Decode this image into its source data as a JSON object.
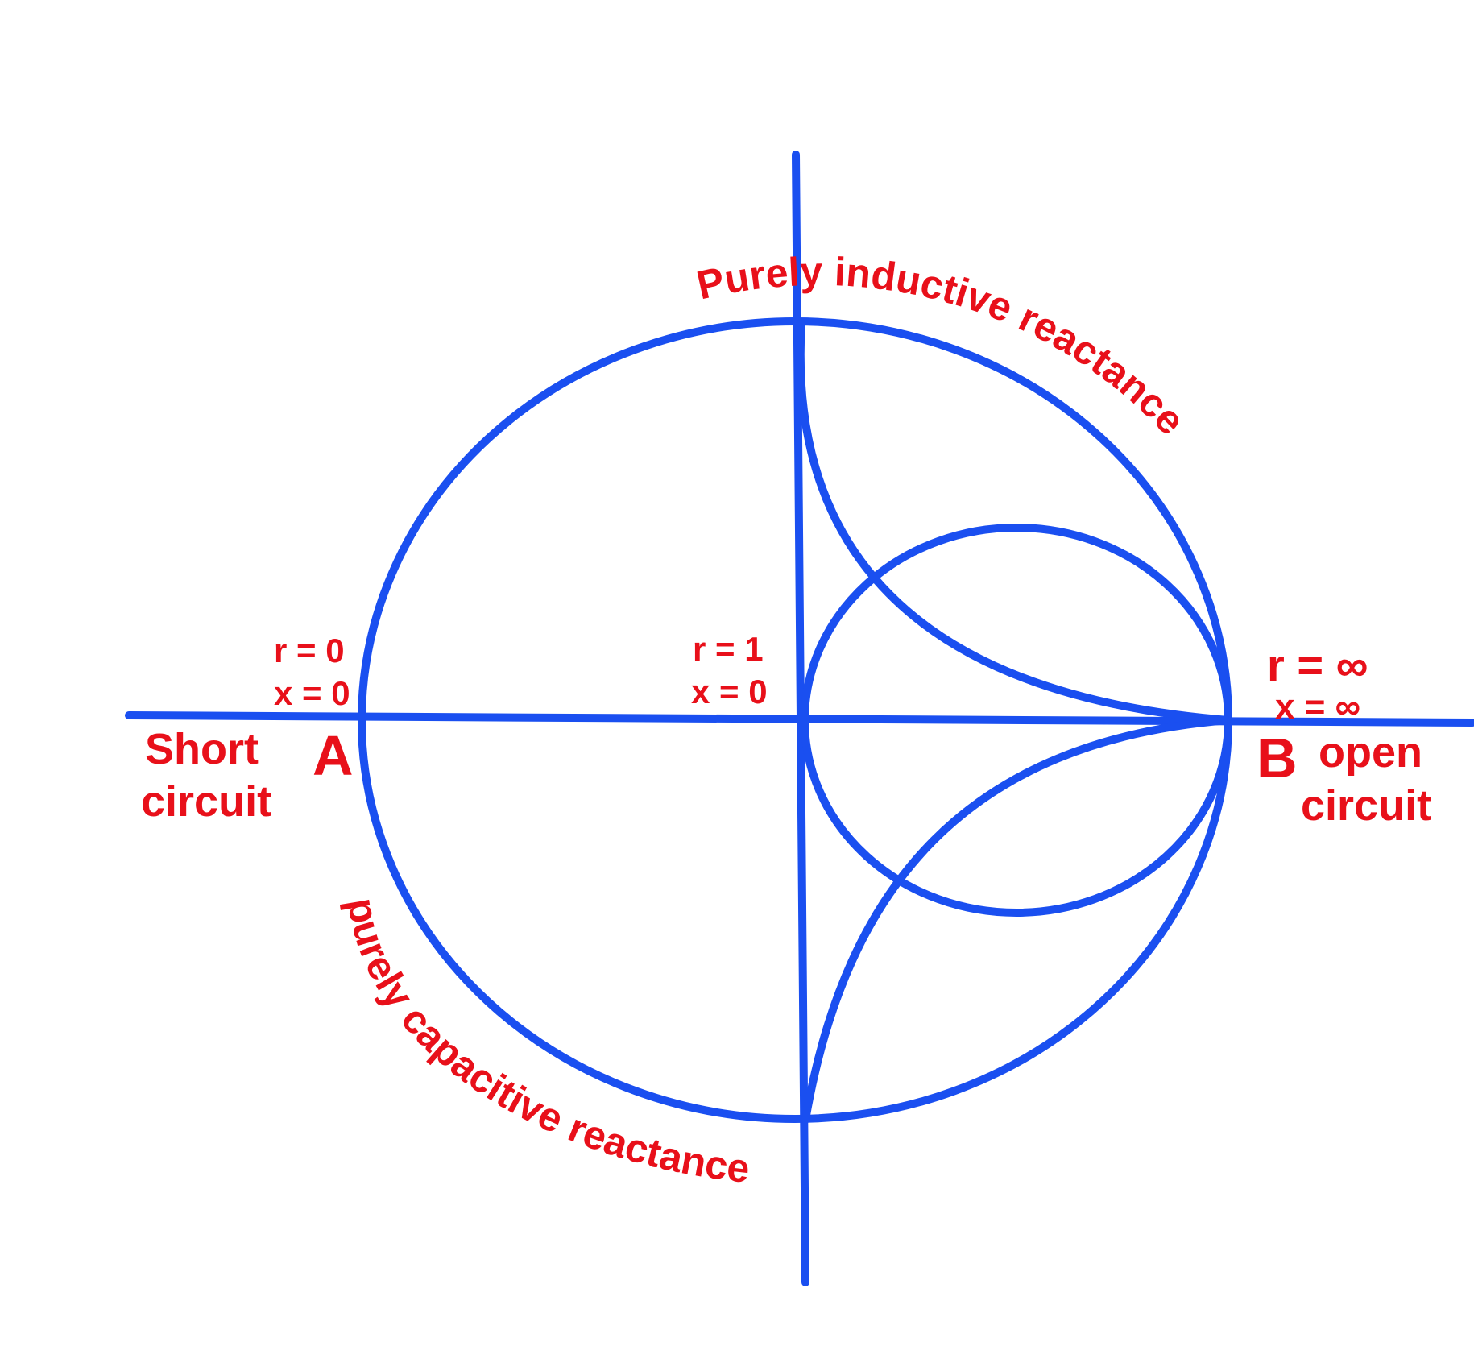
{
  "colors": {
    "line": "#1a4ff0",
    "text": "#e8101a",
    "background": "#ffffff"
  },
  "labels": {
    "top_arc": "Purely inductive reactance",
    "bottom_arc": "purely capacitive reactance",
    "point_a": "A",
    "point_b": "B",
    "a_r": "r = 0",
    "a_x": "x = 0",
    "center_r": "r = 1",
    "center_x": "x = 0",
    "b_r": "r = ∞",
    "b_x": "x = ∞",
    "short_line1": "Short",
    "short_line2": "circuit",
    "open_line1": "open",
    "open_line2": "circuit"
  }
}
